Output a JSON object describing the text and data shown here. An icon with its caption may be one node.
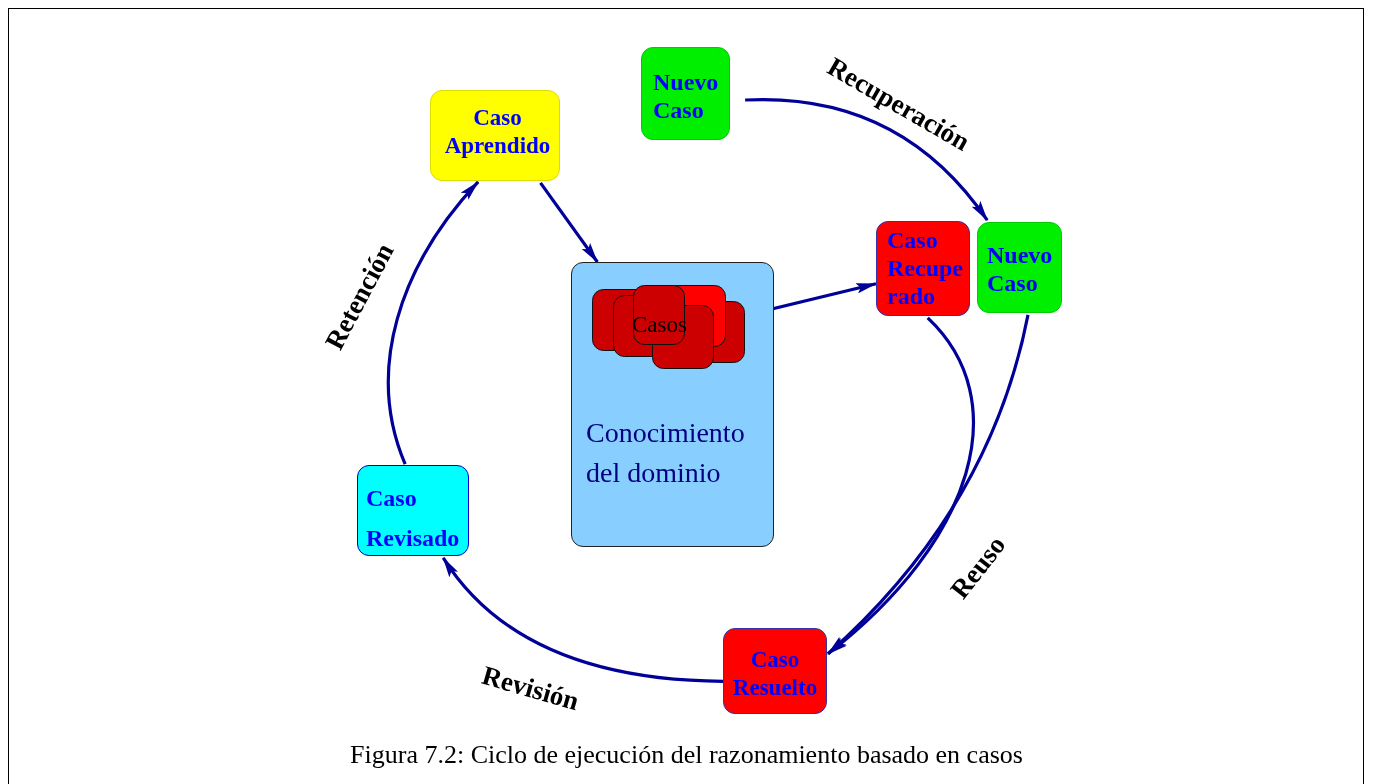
{
  "diagram": {
    "caption": "Figura 7.2: Ciclo de ejecución del razonamiento basado en casos",
    "nodes": [
      {
        "text": [
          "Nuevo Caso"
        ]
      },
      {
        "text": [
          "Caso Aprendido"
        ]
      },
      {
        "text": [
          "Conocimiento del dominio"
        ]
      },
      {
        "text": [
          "Casos"
        ],
        "in": 2
      },
      {
        "text": [
          "Caso Recuperado"
        ]
      },
      {
        "text": [
          "Nuevo Caso"
        ]
      },
      {
        "text": [
          "Caso Resuelto"
        ]
      },
      {
        "text": [
          "Caso Revisado"
        ]
      }
    ],
    "edges": [
      {
        "from": 0,
        "to": 5,
        "arrow": "to",
        "label": "Recuperación"
      },
      {
        "from": 1,
        "to": 2,
        "arrow": "to"
      },
      {
        "from": 3,
        "to": 4,
        "arrow": "to"
      },
      {
        "from": 4,
        "to": 6,
        "arrow": "to"
      },
      {
        "from": 5,
        "to": 6,
        "arrow": "to",
        "label": "Reuso"
      },
      {
        "from": 6,
        "to": 7,
        "arrow": "to",
        "label": "Revisión"
      },
      {
        "from": 7,
        "to": 1,
        "arrow": "to",
        "label": "Retención"
      }
    ]
  }
}
